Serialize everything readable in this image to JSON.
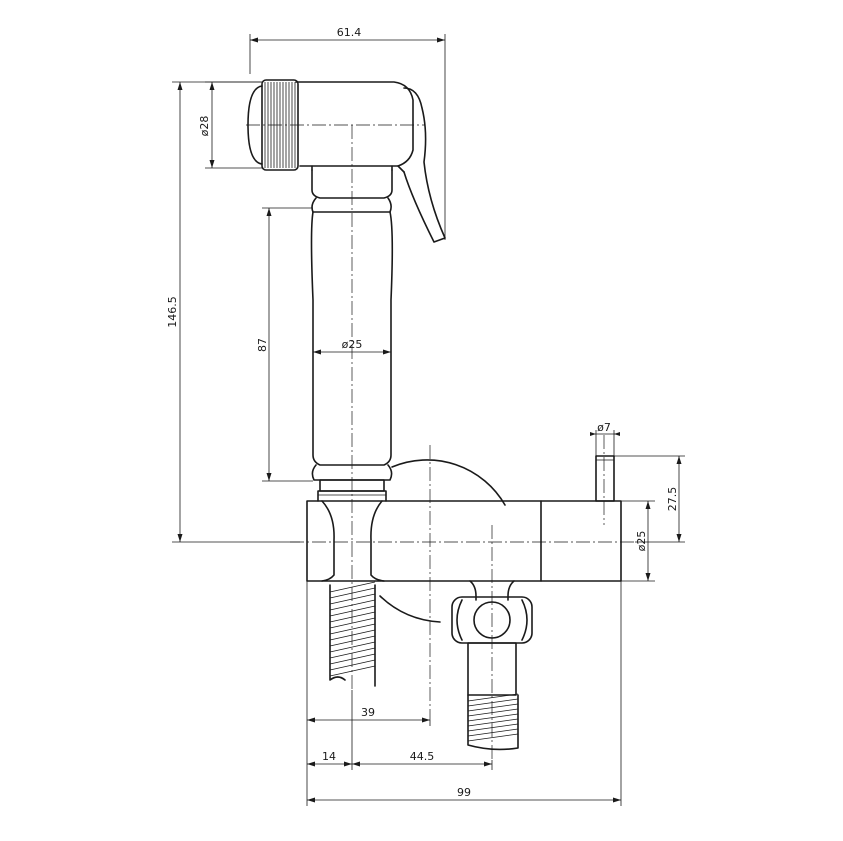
{
  "dimensions": {
    "width_top": "61.4",
    "spray_head_diameter": "ø28",
    "total_height": "146.5",
    "handle_length": "87",
    "handle_diameter": "ø25",
    "pin_diameter": "ø7",
    "pin_height": "27.5",
    "valve_diameter": "ø25",
    "wall_offset": "39",
    "flange_offset": "14",
    "outlet_spacing": "44.5",
    "overall_width": "99"
  }
}
